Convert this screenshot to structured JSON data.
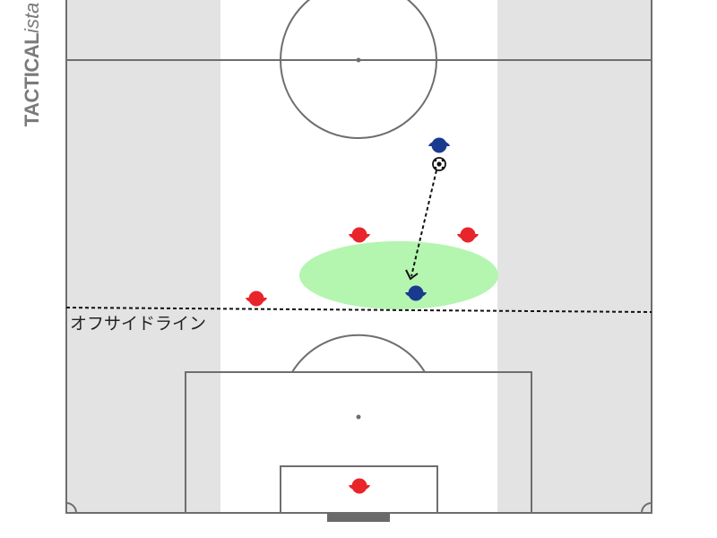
{
  "brand": {
    "part1": "TACTICAL",
    "part2": "ista"
  },
  "offside_line_label": "オフサイドライン",
  "colors": {
    "pitch_stripe": "#e3e3e3",
    "pitch_line": "#6e6e6e",
    "attacker": "#1a3a8f",
    "defender": "#e8252a",
    "space_zone": "#b4f5b0",
    "goal": "#6a6a6a"
  }
}
